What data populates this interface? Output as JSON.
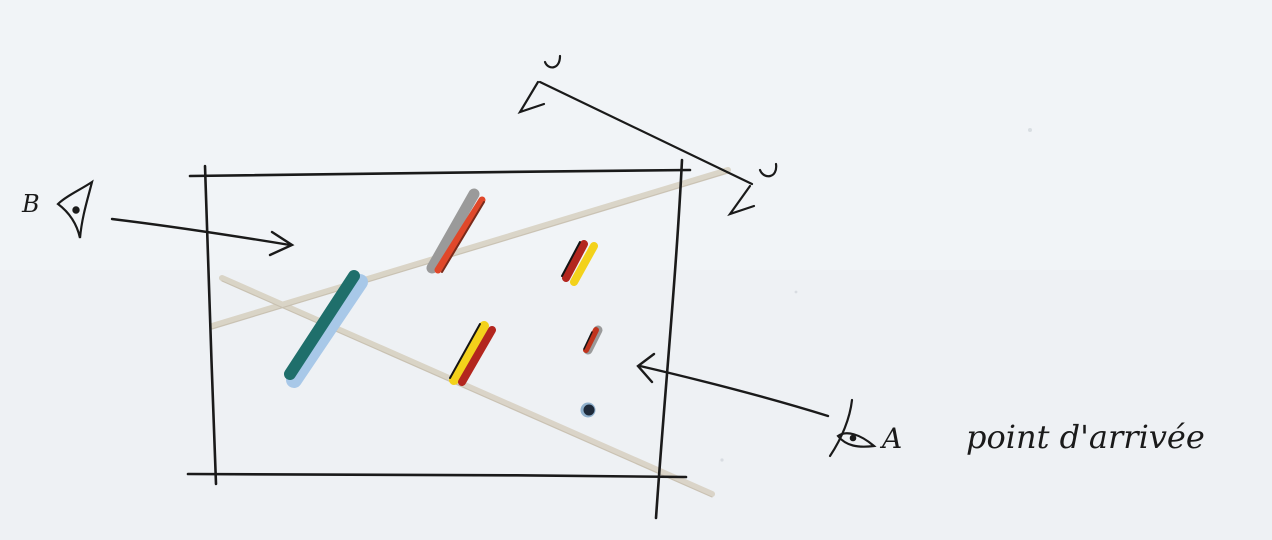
{
  "labels": {
    "viewpoint_b": "B",
    "viewpoint_a": "A",
    "arrival_text": "point d'arrivée"
  },
  "colors": {
    "paper": "#eef1f4",
    "ink": "#1a1a1a",
    "sight_line": "#d8d2c4",
    "teal": "#1f6f6b",
    "light_blue": "#a8c8e8",
    "grey": "#9a9a9a",
    "red": "#b3261e",
    "orange_red": "#e0482a",
    "yellow": "#f3d21b",
    "black": "#141414",
    "navy": "#1e2a3a"
  }
}
